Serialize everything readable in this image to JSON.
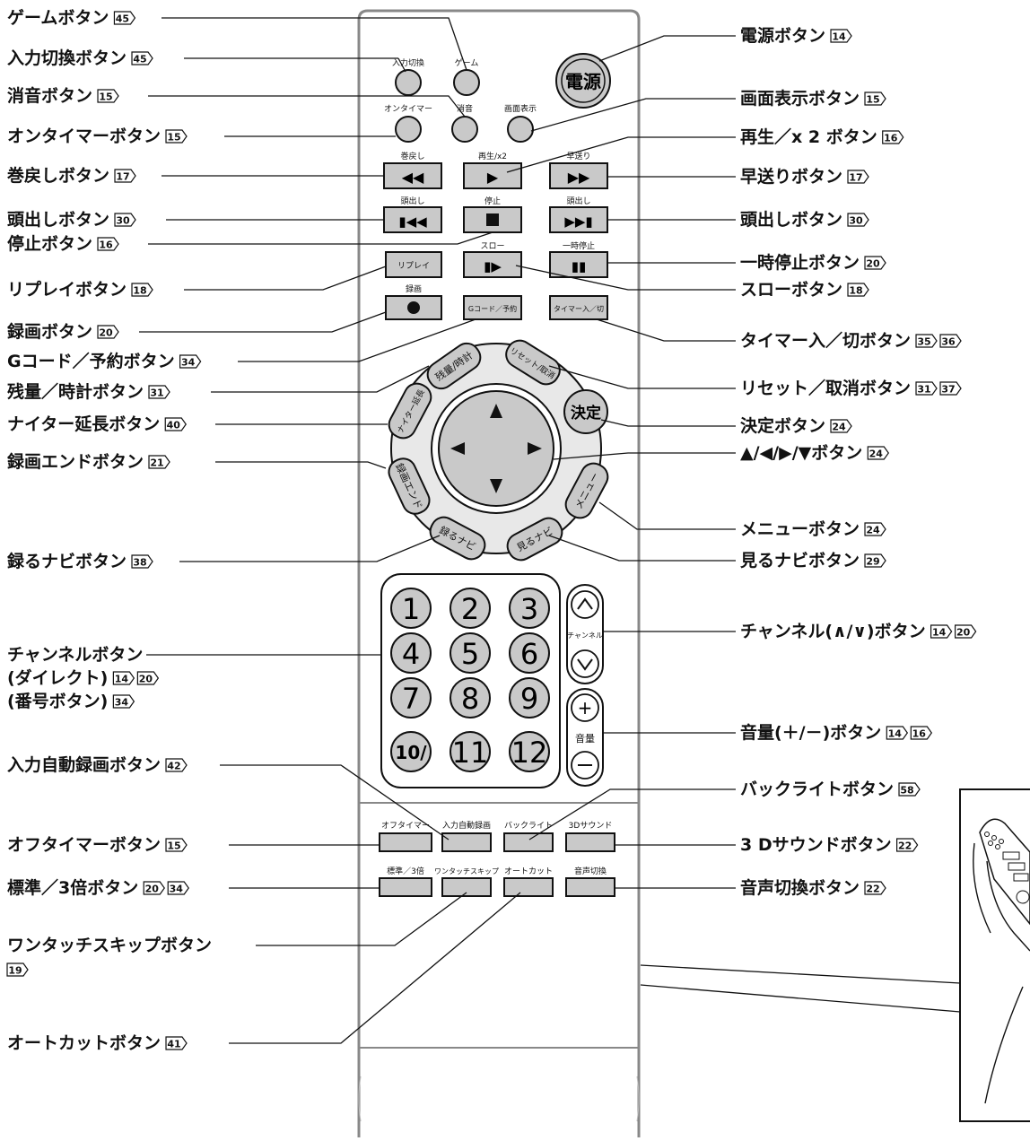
{
  "left_labels": [
    {
      "name": "ゲームボタン",
      "page": "45"
    },
    {
      "name": "入力切換ボタン",
      "page": "45"
    },
    {
      "name": "消音ボタン",
      "page": "15"
    },
    {
      "name": "オンタイマーボタン",
      "page": "15"
    },
    {
      "name": "巻戻しボタン",
      "page": "17"
    },
    {
      "name": "頭出しボタン",
      "page": "30"
    },
    {
      "name": "停止ボタン",
      "page": "16"
    },
    {
      "name": "リプレイボタン",
      "page": "18"
    },
    {
      "name": "録画ボタン",
      "page": "20"
    },
    {
      "name": "Gコード／予約ボタン",
      "page": "34"
    },
    {
      "name": "残量／時計ボタン",
      "page": "31"
    },
    {
      "name": "ナイター延長ボタン",
      "page": "40"
    },
    {
      "name": "録画エンドボタン",
      "page": "21"
    },
    {
      "name": "録るナビボタン",
      "page": "38"
    },
    {
      "name": "入力自動録画ボタン",
      "page": "42"
    },
    {
      "name": "オフタイマーボタン",
      "page": "15"
    },
    {
      "name": "標準／3倍ボタン",
      "page": "20",
      "page2": "34"
    },
    {
      "name": "オートカットボタン",
      "page": "41"
    }
  ],
  "channel_direct": {
    "line1": "チャンネルボタン",
    "line2": "(ダイレクト)",
    "line3": "(番号ボタン)",
    "page": "14",
    "page2": "20",
    "page3": "34"
  },
  "one_touch": {
    "name": "ワンタッチスキップボタン",
    "page": "19"
  },
  "right_labels": [
    {
      "name": "電源ボタン",
      "page": "14"
    },
    {
      "name": "画面表示ボタン",
      "page": "15"
    },
    {
      "name": "再生／x 2 ボタン",
      "page": "16"
    },
    {
      "name": "早送りボタン",
      "page": "17"
    },
    {
      "name": "頭出しボタン",
      "page": "30"
    },
    {
      "name": "一時停止ボタン",
      "page": "20"
    },
    {
      "name": "スローボタン",
      "page": "18"
    },
    {
      "name": "タイマー入／切ボタン",
      "page": "35",
      "page2": "36"
    },
    {
      "name": "リセット／取消ボタン",
      "page": "31",
      "page2": "37"
    },
    {
      "name": "決定ボタン",
      "page": "24"
    },
    {
      "name": "▲/◀/▶/▼ボタン",
      "page": "24"
    },
    {
      "name": "メニューボタン",
      "page": "24"
    },
    {
      "name": "見るナビボタン",
      "page": "29"
    },
    {
      "name": "チャンネル(∧/∨)ボタン",
      "page": "14",
      "page2": "20"
    },
    {
      "name": "音量(＋/－)ボタン",
      "page": "14",
      "page2": "16"
    },
    {
      "name": "バックライトボタン",
      "page": "58"
    },
    {
      "name": "3 Dサウンドボタン",
      "page": "22"
    },
    {
      "name": "音声切換ボタン",
      "page": "22"
    }
  ],
  "remote": {
    "power": "電源",
    "input_switch": "入力切換",
    "game": "ゲーム",
    "on_timer": "オンタイマー",
    "mute": "消音",
    "display": "画面表示",
    "rewind": "巻戻し",
    "play": "再生/x2",
    "ff": "早送り",
    "skip_back": "頭出し",
    "stop": "停止",
    "skip_fwd": "頭出し",
    "slow": "スロー",
    "pause": "一時停止",
    "replay": "リプレイ",
    "record": "録画",
    "gcode": "Gコード／予約",
    "timer_onoff": "タイマー入／切",
    "remain_clock": "残量/時計",
    "reset_cancel": "リセット/取消",
    "night_ext": "ナイター延長",
    "enter": "決定",
    "rec_end": "録画エンド",
    "menu": "メニュー",
    "rec_navi": "録るナビ",
    "view_navi": "見るナビ",
    "numbers": [
      "1",
      "2",
      "3",
      "4",
      "5",
      "6",
      "7",
      "8",
      "9",
      "10/",
      "11",
      "12"
    ],
    "channel": "チャンネル",
    "volume": "音量",
    "off_timer": "オフタイマー",
    "input_auto_rec": "入力自動録画",
    "backlight": "バックライト",
    "sound3d": "3Dサウンド",
    "std_3x": "標準／3倍",
    "one_touch_skip": "ワンタッチスキップ",
    "auto_cut": "オートカット",
    "audio_switch": "音声切換"
  }
}
